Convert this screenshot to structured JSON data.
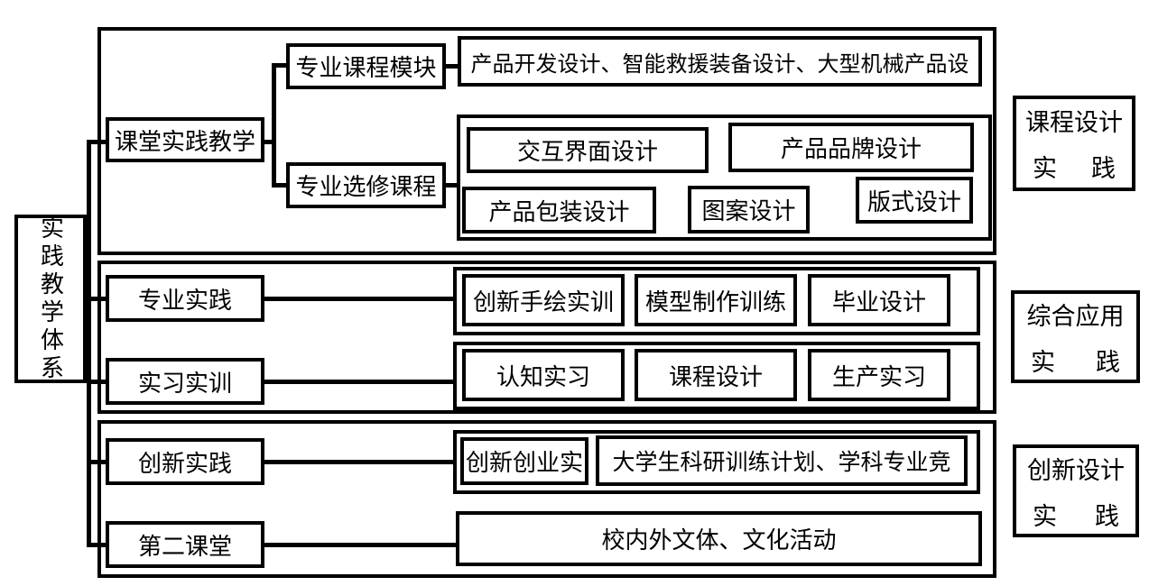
{
  "diagram": {
    "root": "实践教学体系",
    "classroom": {
      "node": "课堂实践教学",
      "module": "专业课程模块",
      "module_courses": "产品开发设计、智能救援装备设计、大型机械产品设",
      "elective": "专业选修课程",
      "elective_courses": [
        "交互界面设计",
        "产品品牌设计",
        "产品包装设计",
        "图案设计",
        "版式设计"
      ]
    },
    "practice": {
      "row1": {
        "node": "专业实践",
        "items": [
          "创新手绘实训",
          "模型制作训练",
          "毕业设计"
        ]
      },
      "row2": {
        "node": "实习实训",
        "items": [
          "认知实习",
          "课程设计",
          "生产实习"
        ]
      }
    },
    "innovation": {
      "row1": {
        "node": "创新实践",
        "items": [
          "创新创业实",
          "大学生科研训练计划、学科专业竞"
        ]
      },
      "row2": {
        "node": "第二课堂",
        "item": "校内外文体、文化活动"
      }
    },
    "right_labels": [
      {
        "line1": "课程设计",
        "line2a": "实",
        "line2b": "践"
      },
      {
        "line1": "综合应用",
        "line2a": "实",
        "line2b": "践"
      },
      {
        "line1": "创新设计",
        "line2a": "实",
        "line2b": "践"
      }
    ],
    "colors": {
      "line": "#000000",
      "background": "#ffffff"
    }
  }
}
